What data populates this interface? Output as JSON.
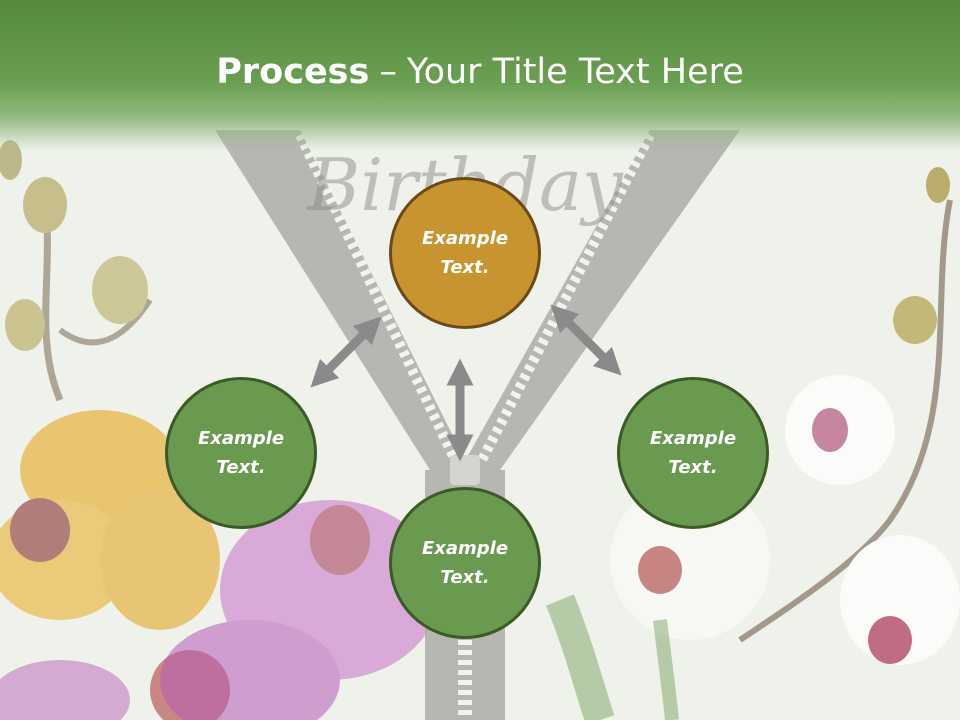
{
  "title": {
    "bold": "Process",
    "separator": "–",
    "rest": "Your Title Text Here"
  },
  "background_text": "Birthday",
  "nodes": [
    {
      "id": "top",
      "line1": "Example",
      "line2": "Text.",
      "color": "#c89430"
    },
    {
      "id": "left",
      "line1": "Example",
      "line2": "Text.",
      "color": "#6a9a50"
    },
    {
      "id": "right",
      "line1": "Example",
      "line2": "Text.",
      "color": "#6a9a50"
    },
    {
      "id": "bottom",
      "line1": "Example",
      "line2": "Text.",
      "color": "#6a9a50"
    }
  ],
  "colors": {
    "title_band": "#558a3e",
    "arrow": "#8a8a8a",
    "zipper": "#b8b8b4"
  }
}
